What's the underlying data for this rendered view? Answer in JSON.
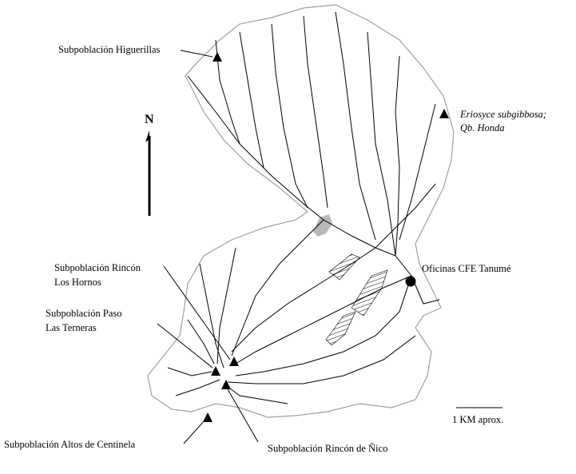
{
  "north_label": "N",
  "labels": {
    "higuerillas": "Subpoblación Higuerillas",
    "eriosyce_line1": "Eriosyce subgibbosa;",
    "eriosyce_line2": "Qb. Honda",
    "oficinas": "Oficinas CFE Tanumé",
    "rincon_hornos_line1": "Subpoblación Rincón",
    "rincon_hornos_line2": "Los Hornos",
    "paso_line1": "Subpoblación Paso",
    "paso_line2": "Las Terneras",
    "altos": "Subpoblación Altos de Centinela",
    "nico": "Subpoblación Rincón de Ñico"
  },
  "scale_label": "1 KM aprox.",
  "colors": {
    "outline": "#a0a0a0",
    "rivers": "#000000",
    "reservoir": "#b8b8b8"
  }
}
